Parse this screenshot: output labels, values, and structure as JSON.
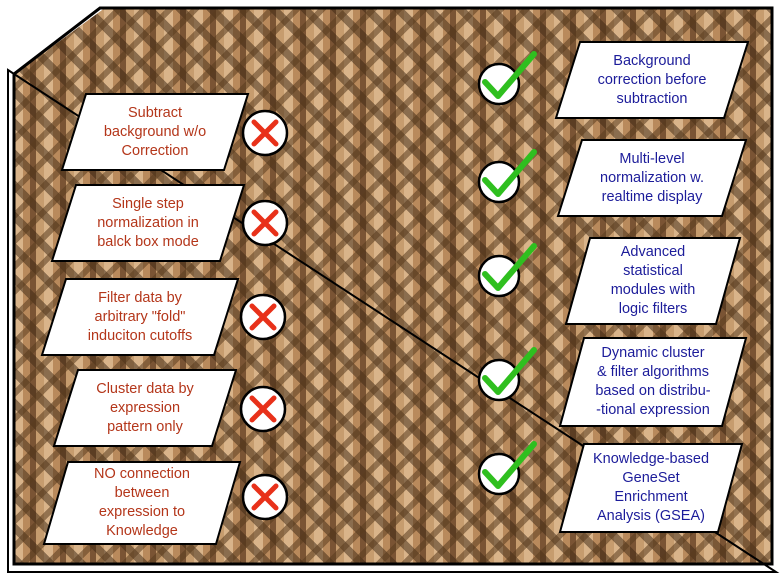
{
  "left_items": [
    {
      "label": "Subtract\nbackground w/o\nCorrection",
      "status": "cross"
    },
    {
      "label": "Single step\nnormalization in\nbalck box mode",
      "status": "cross"
    },
    {
      "label": "Filter data by\narbitrary \"fold\"\ninduciton cutoffs",
      "status": "cross"
    },
    {
      "label": "Cluster data by\nexpression\npattern only",
      "status": "cross"
    },
    {
      "label": "NO connection\nbetween\nexpression to\nKnowledge",
      "status": "cross"
    }
  ],
  "right_items": [
    {
      "label": "Background\ncorrection before\nsubtraction",
      "status": "check"
    },
    {
      "label": "Multi-level\nnormalization w.\nrealtime display",
      "status": "check"
    },
    {
      "label": "Advanced\nstatistical\nmodules with\nlogic filters",
      "status": "check"
    },
    {
      "label": "Dynamic cluster\n& filter algorithms\nbased on distribu-\n-tional expression",
      "status": "check"
    },
    {
      "label": "Knowledge-based\nGeneSet\nEnrichment\nAnalysis (GSEA)",
      "status": "check"
    }
  ],
  "colors": {
    "left_text": "#b4361a",
    "right_text": "#1c1c9a",
    "cross": "#e8311a",
    "check": "#2fbf1f",
    "box_fill": "#ffffff",
    "box_stroke": "#000000"
  },
  "icons": {
    "cross": "cross-icon",
    "check": "check-icon"
  }
}
